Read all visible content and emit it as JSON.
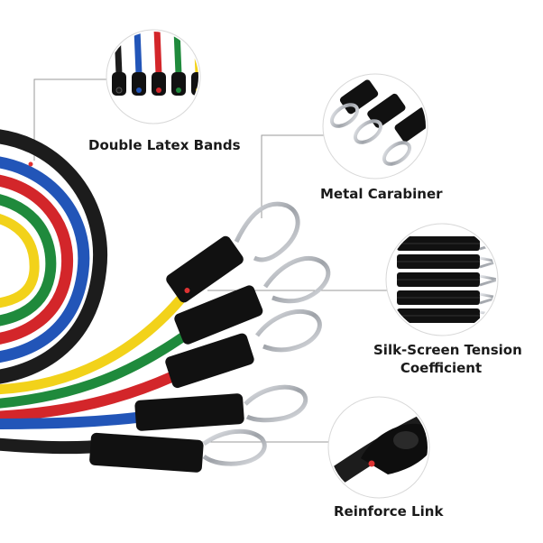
{
  "labels": {
    "bands": "Double Latex Bands",
    "carabiner": "Metal Carabiner",
    "silk_line1": "Silk-Screen Tension",
    "silk_line2": "Coefficient",
    "reinforce": "Reinforce Link"
  },
  "colors": {
    "background": "#ffffff",
    "black_band": "#1c1c1c",
    "blue_band": "#2255b8",
    "red_band": "#d3262a",
    "green_band": "#1f8a3c",
    "yellow_band": "#f2d21a",
    "strap": "#111111",
    "metal": "#b8bcc2",
    "callout_line": "#9a9a9a"
  },
  "icons": [
    "band-tips-callout",
    "carabiner-callout",
    "straps-callout",
    "reinforce-link-callout"
  ]
}
